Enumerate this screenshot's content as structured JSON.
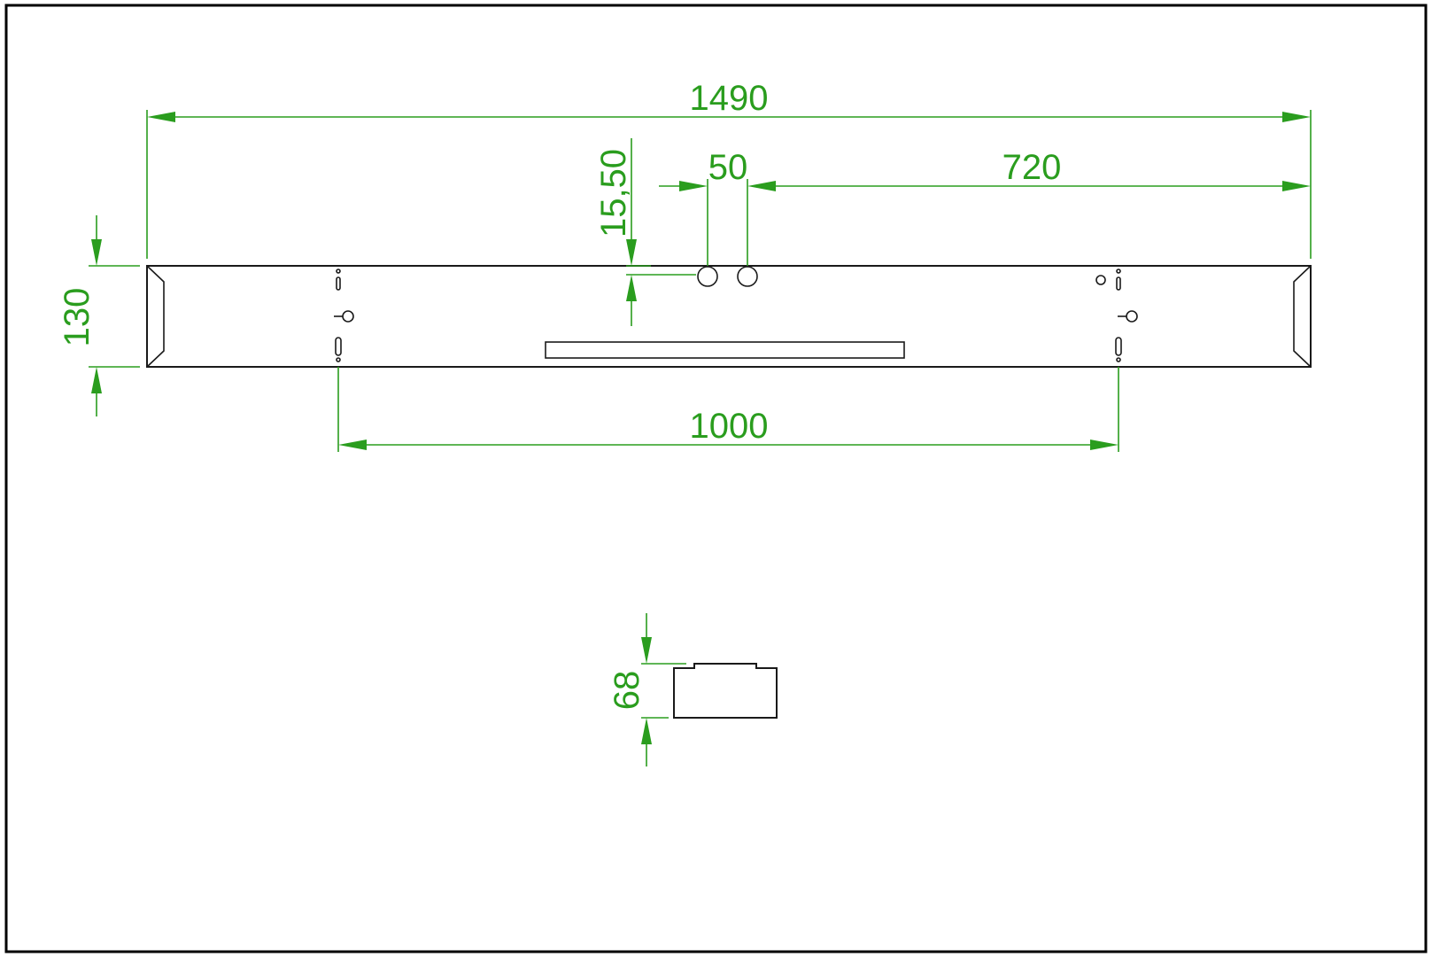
{
  "dimensions": {
    "overall_length": "1490",
    "hole_spacing": "50",
    "hole_offset_from_right": "720",
    "hole_vertical_offset": "15,50",
    "height": "130",
    "mount_spacing": "1000",
    "depth": "68"
  },
  "colors": {
    "dimension": "#2a9d1e",
    "outline": "#1a1a1a",
    "frame": "#000000",
    "background": "#ffffff"
  }
}
